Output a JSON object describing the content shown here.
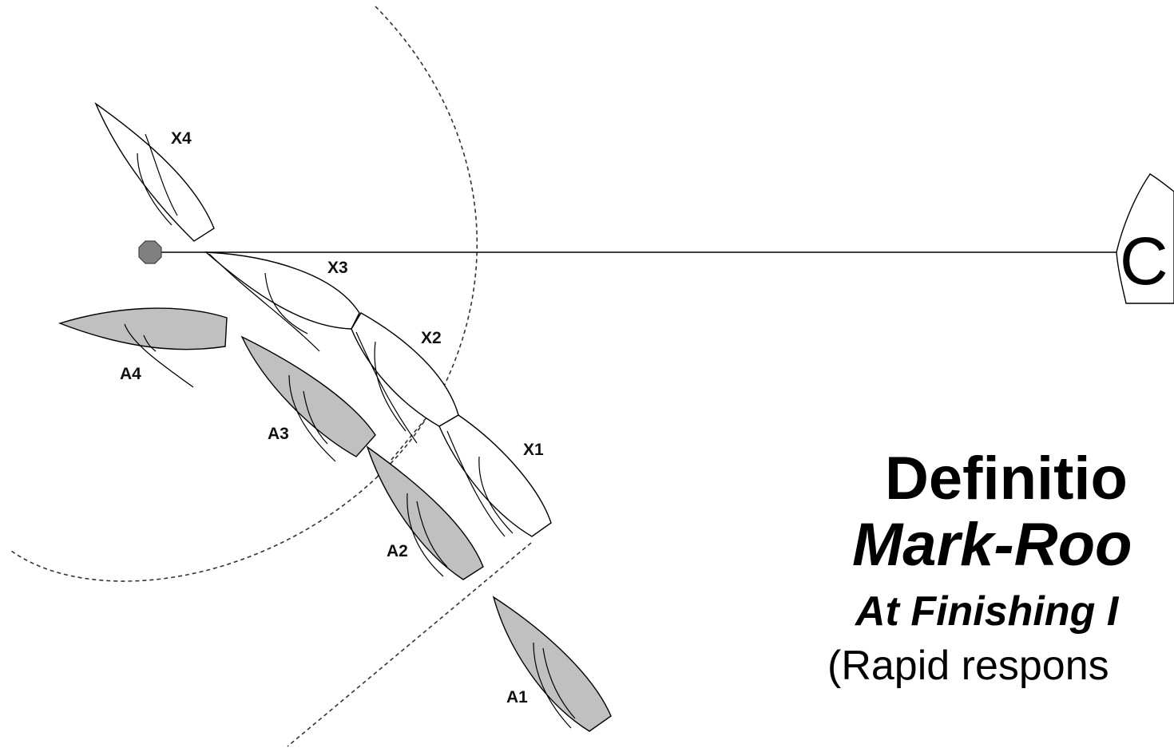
{
  "title": {
    "line1": "Definitio",
    "line2": "Mark-Roo",
    "line3": "At Finishing I",
    "line4": "(Rapid respons"
  },
  "boats": {
    "x1": "X1",
    "x2": "X2",
    "x3": "X3",
    "x4": "X4",
    "a1": "A1",
    "a2": "A2",
    "a3": "A3",
    "a4": "A4"
  },
  "committee_boat": {
    "letter": "C"
  },
  "colors": {
    "outside_boat_fill": "#c0c0c0",
    "inside_boat_fill": "#ffffff",
    "mark_fill": "#808080",
    "line": "#000000"
  }
}
